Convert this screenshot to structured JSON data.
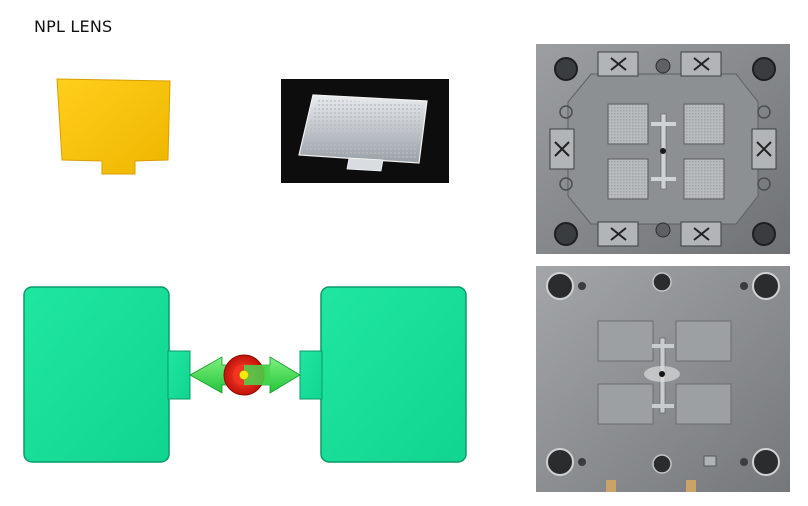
{
  "page": {
    "title": "NPL LENS",
    "background": "#ffffff"
  },
  "colors": {
    "lens_part_yellow": "#f7c10d",
    "lens_photo_bg": "#111111",
    "mold_cavity_green": "#17e09a",
    "gate_red": "#e01b12",
    "gate_yellow": "#f2ea12",
    "runner_green": "#3ed84c",
    "steel_gray": "#8a8d90"
  },
  "figures": [
    {
      "id": "lens-cad-part",
      "icon": "yellow-flat-lens-icon"
    },
    {
      "id": "lens-photo",
      "icon": "transparent-microlens-array-icon"
    },
    {
      "id": "mold-flow-layout",
      "icon": "two-cavity-runner-gate-icon"
    },
    {
      "id": "mold-half-top",
      "icon": "steel-mold-plate-icon"
    },
    {
      "id": "mold-half-bottom",
      "icon": "steel-mold-plate-icon"
    }
  ]
}
